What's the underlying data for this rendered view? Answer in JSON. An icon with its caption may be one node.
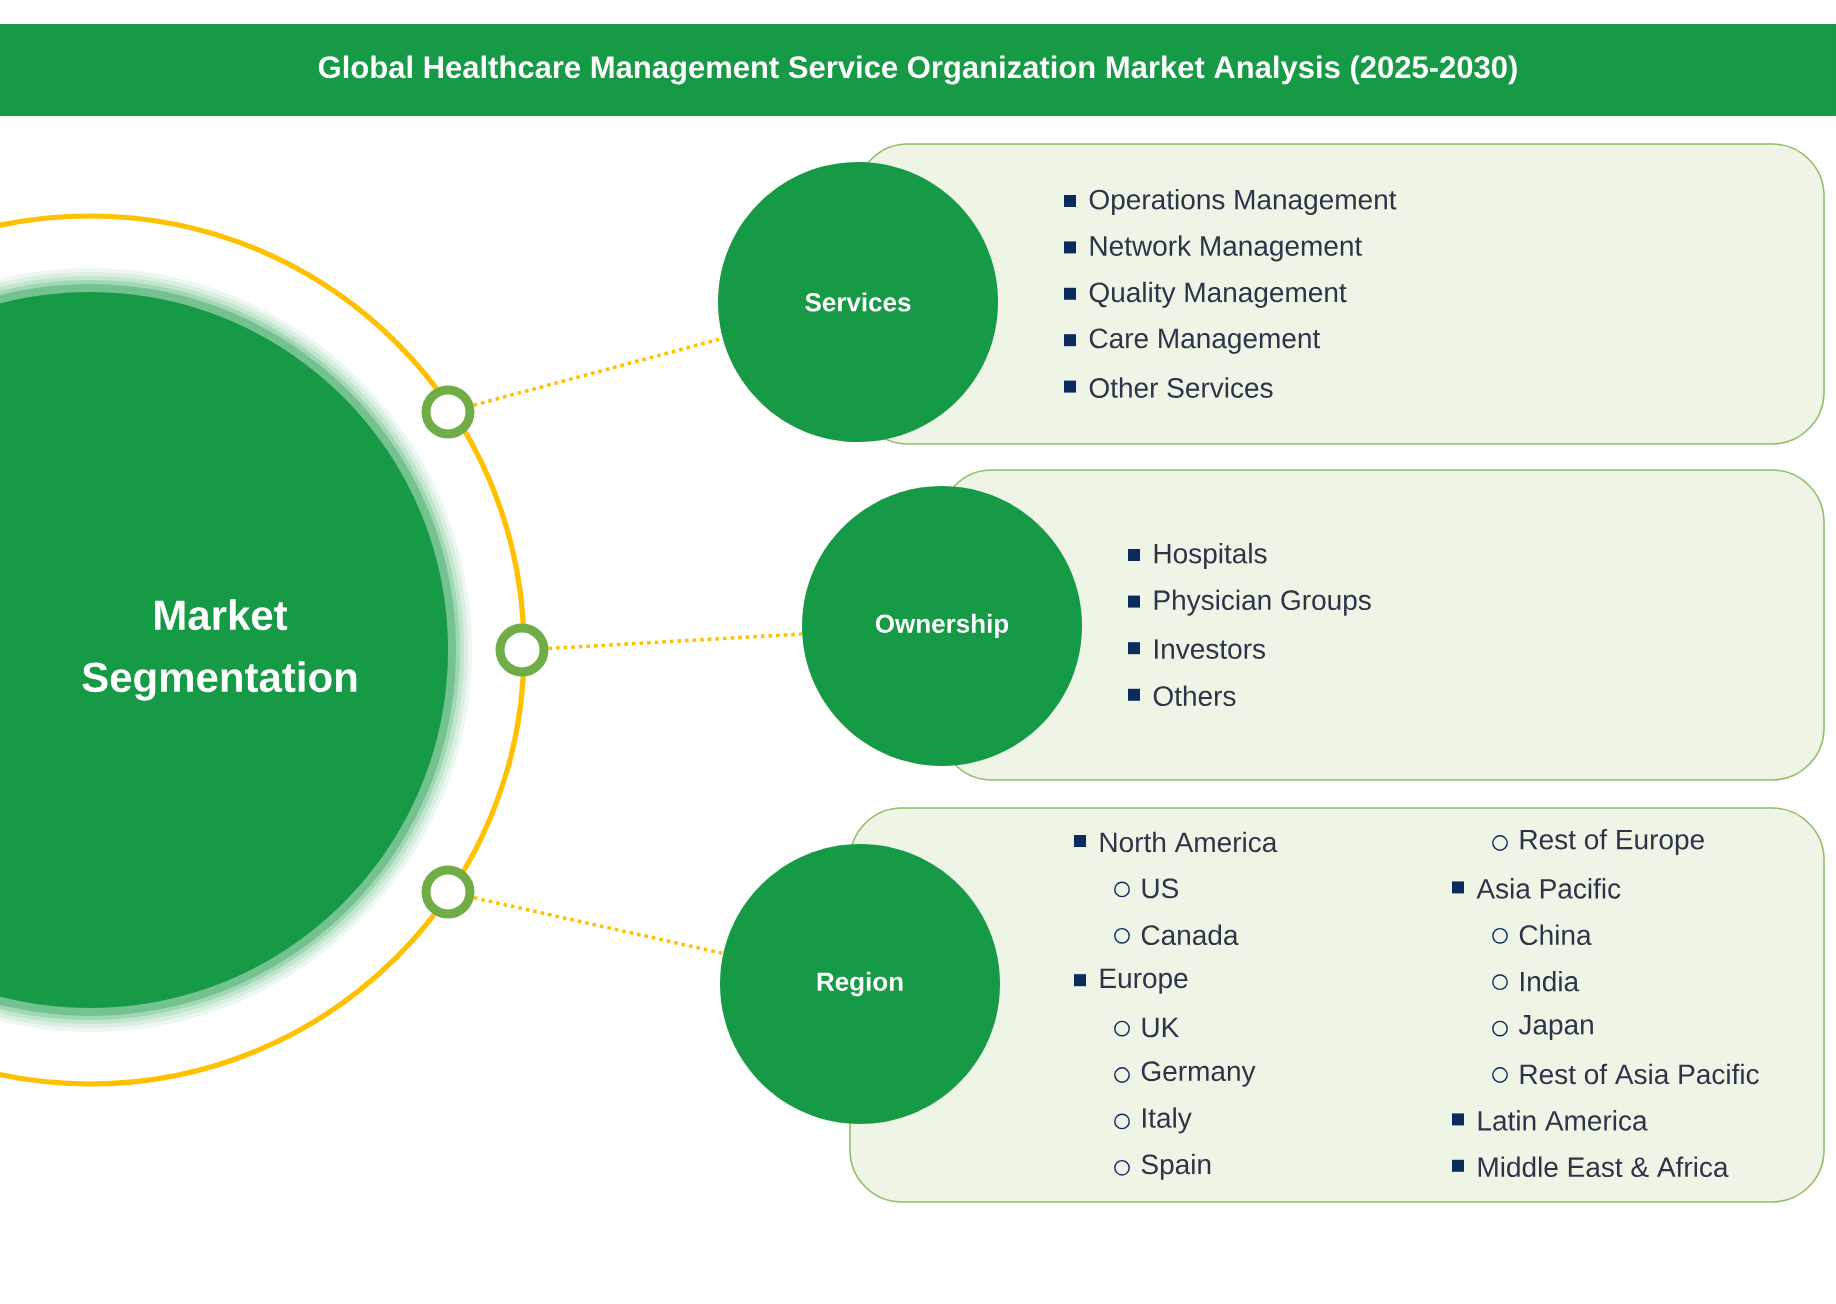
{
  "diagram": {
    "title": "Global Healthcare Management Service Organization Market Analysis (2025-2030)",
    "nodes": [
      {
        "text": [
          "Market Segmentation"
        ]
      },
      {
        "text": [],
        "shape": "circle"
      },
      {
        "text": [
          "Services"
        ]
      },
      {
        "text": [
          "Operations Management",
          "Network Management",
          "Quality Management",
          "Care Management",
          "Other Services"
        ]
      },
      {
        "text": [],
        "shape": "circle"
      },
      {
        "text": [
          "Ownership"
        ]
      },
      {
        "text": [
          "Hospitals",
          "Physician Groups",
          "Investors",
          "Others"
        ]
      },
      {
        "text": [],
        "shape": "circle"
      },
      {
        "text": [
          "Region"
        ]
      },
      {
        "text": [
          "North America",
          "US",
          "Canada",
          "Europe",
          "UK",
          "Germany",
          "Italy",
          "Spain",
          "Rest of Europe",
          "Asia Pacific",
          "China",
          "India",
          "Japan",
          "Rest of Asia Pacific",
          "Latin America",
          "Middle East & Africa"
        ]
      }
    ],
    "edges": [
      {
        "from": 1,
        "to": 2,
        "arrow": "none"
      },
      {
        "from": 4,
        "to": 5,
        "arrow": "none"
      },
      {
        "from": 7,
        "to": 8,
        "arrow": "none"
      }
    ]
  }
}
